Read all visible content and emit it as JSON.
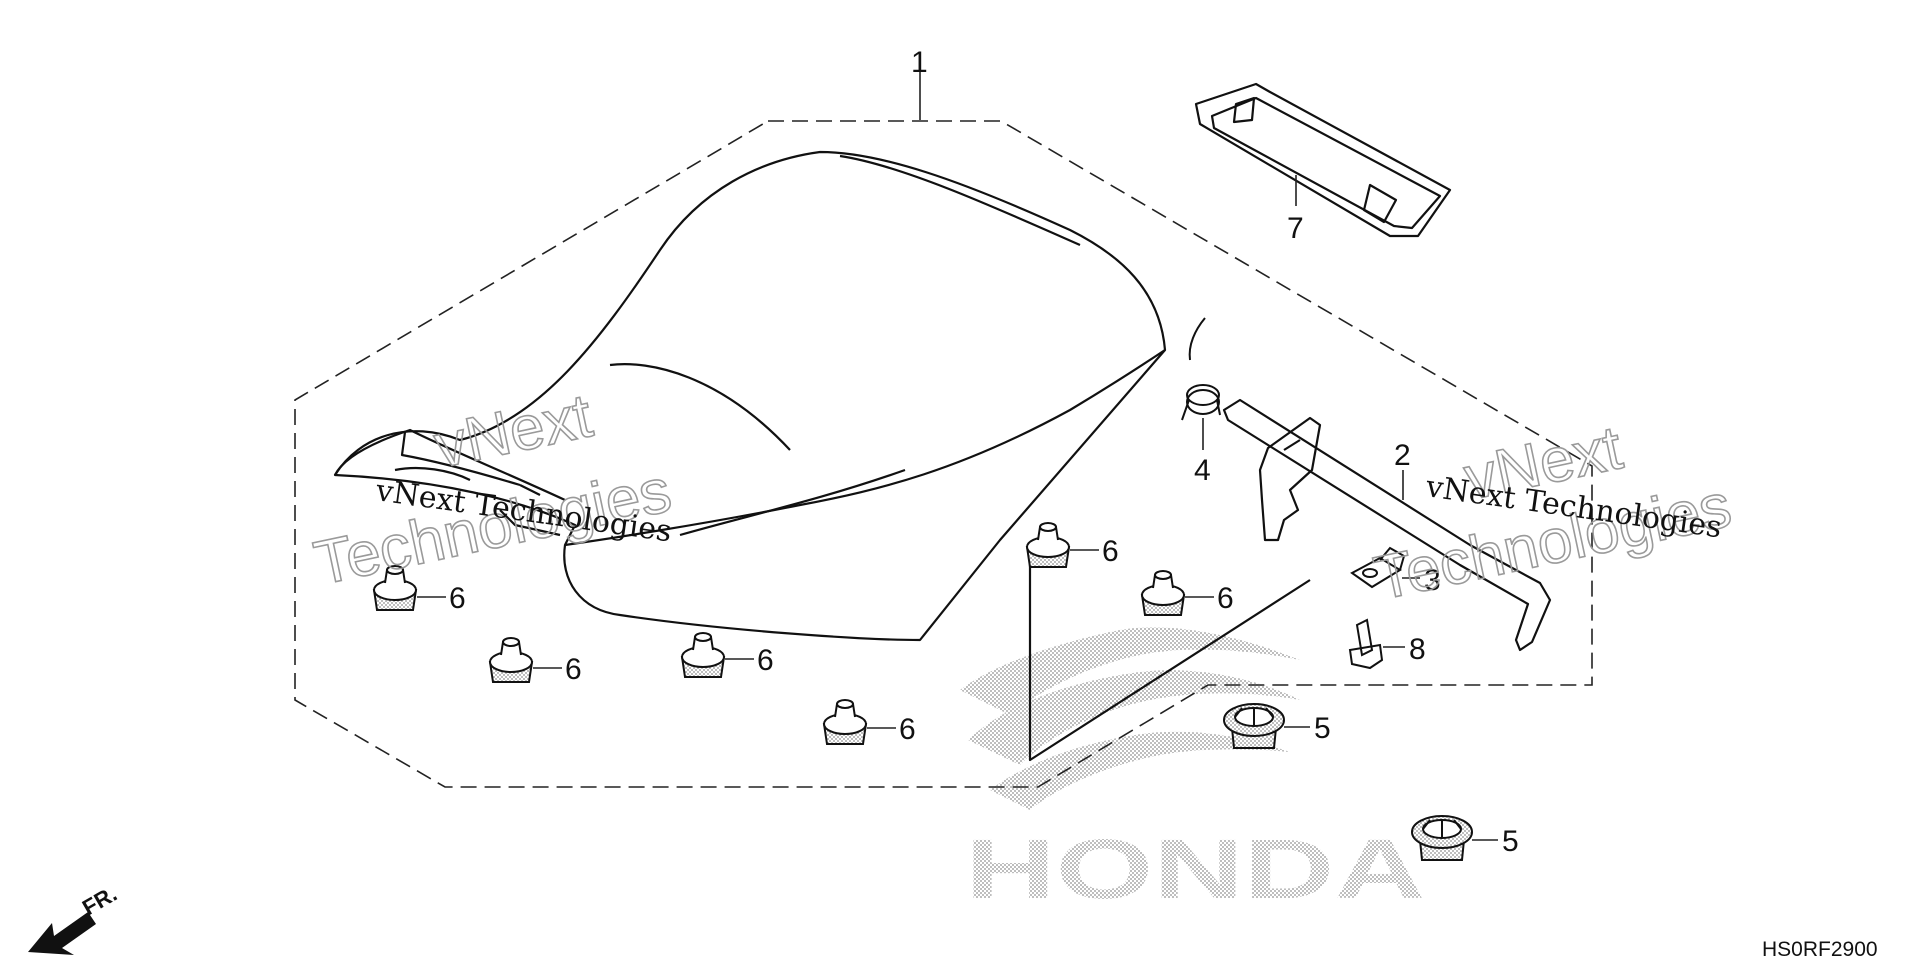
{
  "diagram_code": "HS0RF2900",
  "direction_label": "FR.",
  "brand_watermark": "HONDA",
  "watermark": {
    "line1": "vNext",
    "line2": "Technologies",
    "inline": "vNext Technologies"
  },
  "callouts": {
    "c1": "1",
    "c2": "2",
    "c3": "3",
    "c4": "4",
    "c5a": "5",
    "c5b": "5",
    "c6a": "6",
    "c6b": "6",
    "c6c": "6",
    "c6d": "6",
    "c6e": "6",
    "c6f": "6",
    "c7": "7",
    "c8": "8"
  }
}
